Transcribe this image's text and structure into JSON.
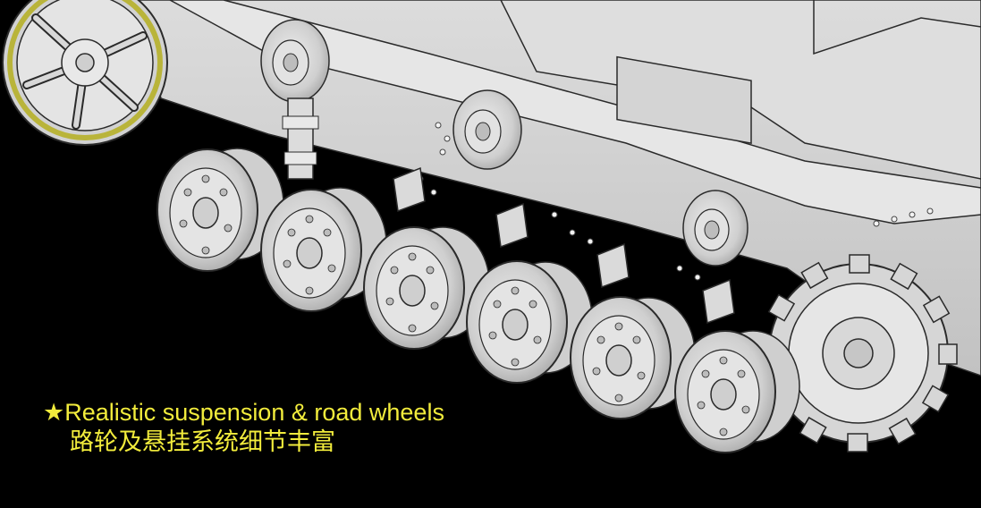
{
  "caption": {
    "star": "★",
    "english": "Realistic suspension & road wheels",
    "chinese": "路轮及悬挂系统细节丰富"
  },
  "colors": {
    "background": "#000000",
    "caption_text": "#f2ec3c",
    "model_surface": "#d9d9d9",
    "model_lines": "#2a2a2a",
    "accent_rim": "#b9b43a"
  },
  "illustration": {
    "subject": "tank-hull-running-gear-render",
    "road_wheel_count": 6,
    "return_roller_count": 3
  }
}
